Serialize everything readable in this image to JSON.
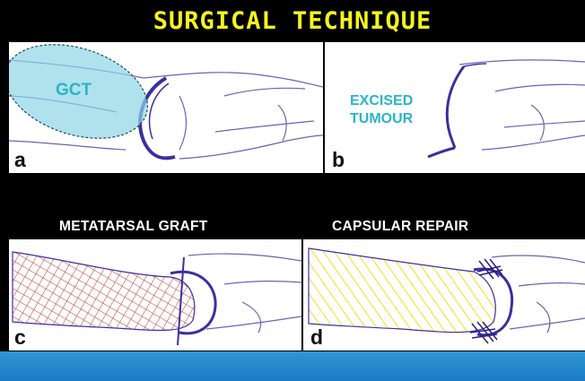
{
  "title": "SURGICAL TECHNIQUE",
  "panels": {
    "a": {
      "letter": "a",
      "label": "GCT"
    },
    "b": {
      "letter": "b",
      "label_line1": "EXCISED",
      "label_line2": "TUMOUR"
    },
    "c": {
      "letter": "c",
      "caption": "METATARSAL GRAFT"
    },
    "d": {
      "letter": "d",
      "caption": "CAPSULAR REPAIR"
    }
  },
  "colors": {
    "title": "#f5f51b",
    "tumour_fill": "#8fd6e6",
    "label_teal": "#29b5c4",
    "ink": "#3b2fa0",
    "graft_hatch": "#c0392b",
    "repair_hatch": "#f2e21d",
    "bottom_bar": "#1f86cc"
  }
}
